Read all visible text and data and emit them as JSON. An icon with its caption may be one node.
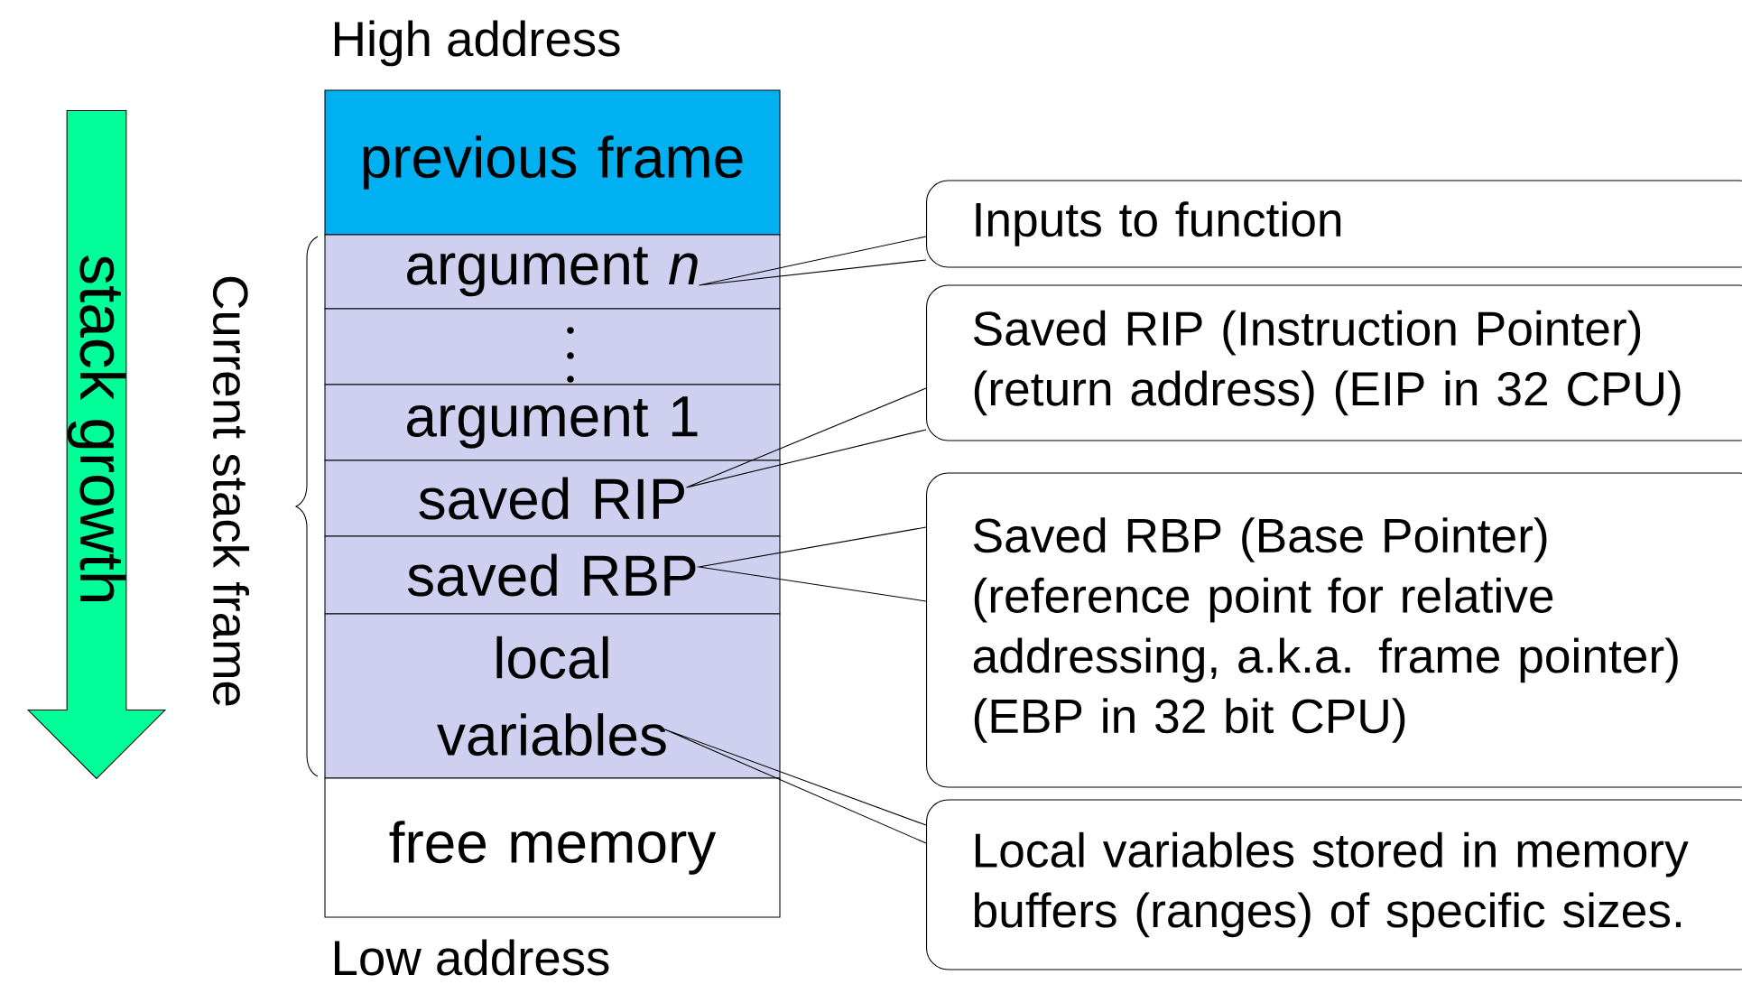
{
  "diagram": {
    "nodes": [
      {
        "text": [
          "previous frame"
        ]
      },
      {
        "text": [
          "argument *n*"
        ]
      },
      {
        "text": [],
        "shape": "box"
      },
      {
        "text": [
          "argument 1"
        ]
      },
      {
        "text": [
          "saved RIP"
        ]
      },
      {
        "text": [
          "saved RBP"
        ]
      },
      {
        "text": [
          "local variables"
        ]
      },
      {
        "text": [
          "free memory"
        ]
      },
      {
        "text": [
          "Inputs to function"
        ]
      },
      {
        "text": [
          "Saved RIP (Instruction Pointer) (return address) (EIP in 32 CPU)"
        ]
      },
      {
        "text": [
          "Saved RBP (Base Pointer) (reference point for relative addressing, a.k.a. frame pointer) (EBP in 32 bit CPU)"
        ]
      },
      {
        "text": [
          "Local variables stored in memory buffers (ranges) of specific sizes."
        ]
      },
      {
        "text": [
          "stack growth"
        ]
      }
    ],
    "edges": [
      {
        "from": 8,
        "to": 1,
        "arrow": "none"
      },
      {
        "from": 9,
        "to": 4,
        "arrow": "none"
      },
      {
        "from": 10,
        "to": 5,
        "arrow": "none"
      },
      {
        "from": 11,
        "to": 6,
        "arrow": "none"
      }
    ],
    "labels": [
      "High address",
      "Current stack frame",
      "Low address"
    ]
  }
}
